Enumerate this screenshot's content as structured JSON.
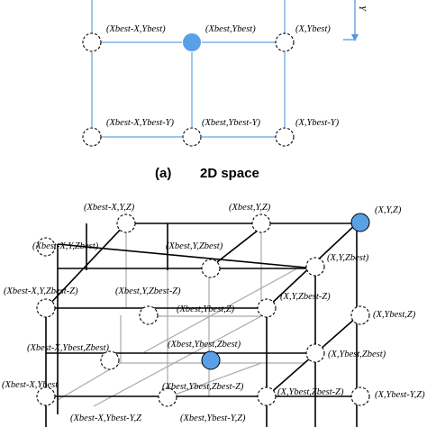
{
  "grid2d": {
    "axis_y_label": "Y",
    "labels": {
      "top_left": "(Xbest-X,Ybest)",
      "top_center": "(Xbest,Ybest)",
      "top_right": "(X,Ybest)",
      "bottom_left": "(Xbest-X,Ybest-Y)",
      "bottom_center": "(Xbest,Ybest-Y)",
      "bottom_right": "(X,Ybest-Y)"
    },
    "caption_letter": "(a)",
    "caption_text": "2D space"
  },
  "cube3d": {
    "labels": {
      "back_top_left": "(Xbest-X,Y,Z)",
      "back_top_center": "(Xbest,Y,Z)",
      "back_top_right": "(X,Y,Z)",
      "mid_top_left": "(Xbest-X,Y,Zbest)",
      "mid_top_center": "(Xbest,Y,Zbest)",
      "mid_top_right": "(X,Y,Zbest)",
      "front_top_left": "(Xbest-X,Y,Zbest-Z)",
      "front_top_center": "(Xbest,Y,Zbest-Z)",
      "front_top_right": "(X,Y,Zbest-Z)",
      "back_mid_right": "(X,Ybest,Z)",
      "back_mid_center": "(Xbest,Ybest,Z)",
      "mid_mid_left": "(Xbest-X,Ybest,Zbest)",
      "mid_mid_center": "(Xbest,Ybest,Zbest)",
      "mid_mid_right": "(X,Ybest,Zbest)",
      "front_mid_left": "(Xbest-X,Ybest",
      "front_mid_center": "(Xbest,Ybest,Zbest-Z)",
      "front_mid_right": "(X,Ybest,Zbest-Z)",
      "back_bot_right": "(X,Ybest-Y,Z)",
      "bottom_left": "(Xbest-X,Ybest-Y,Z",
      "bottom_center": "(Xbest,Ybest-Y,Z)"
    }
  }
}
